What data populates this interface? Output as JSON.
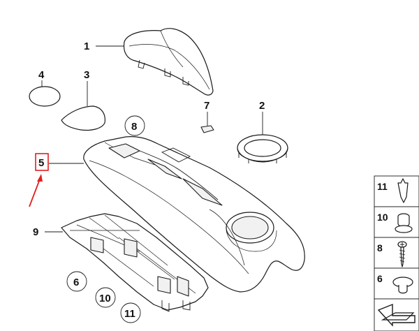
{
  "callouts": {
    "c1": "1",
    "c2": "2",
    "c3": "3",
    "c4": "4",
    "c5": "5",
    "c7": "7",
    "c9": "9"
  },
  "circled": {
    "c8": "8",
    "c6": "6",
    "c10": "10",
    "c11": "11"
  },
  "legend": {
    "l11": "11",
    "l10": "10",
    "l8": "8",
    "l6": "6"
  },
  "colors": {
    "highlight": "#e02020",
    "ink": "#1a1a1a"
  },
  "icons": {
    "indicator": "red-arrow",
    "legend_last": "folded-page-icon"
  }
}
